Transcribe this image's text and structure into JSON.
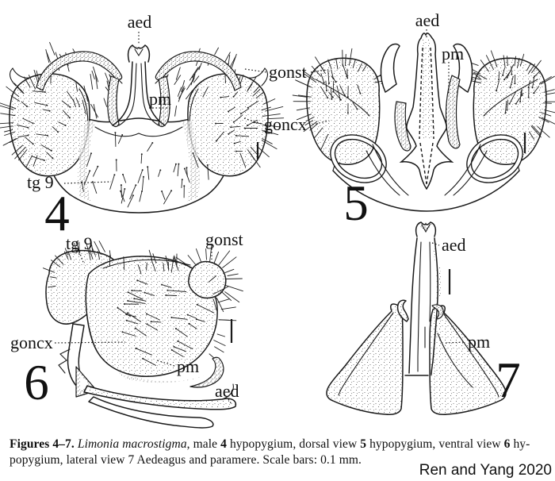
{
  "colors": {
    "ink": "#1a1a1a",
    "background": "#ffffff"
  },
  "panels": {
    "fig4": {
      "number": "4",
      "labels": {
        "aed": "aed",
        "pm": "pm",
        "tg9": "tg 9"
      }
    },
    "fig5": {
      "number": "5",
      "labels": {
        "aed": "aed",
        "pm": "pm"
      }
    },
    "fig6": {
      "number": "6",
      "labels": {
        "tg9": "tg 9",
        "gonst": "gonst",
        "goncx": "goncx",
        "pm": "pm",
        "aed": "aed"
      }
    },
    "fig7": {
      "number": "7",
      "labels": {
        "aed": "aed",
        "pm": "pm"
      }
    },
    "shared": {
      "gonst": "gonst",
      "goncx": "goncx"
    }
  },
  "caption": {
    "line1": [
      {
        "t": "Figures 4–7.",
        "s": "bold"
      },
      {
        "t": " ",
        "s": "normal"
      },
      {
        "t": "Limonia macrostigma",
        "s": "italic"
      },
      {
        "t": ", male ",
        "s": "normal"
      },
      {
        "t": "4",
        "s": "bold"
      },
      {
        "t": " hypopygium, dorsal view ",
        "s": "normal"
      },
      {
        "t": "5",
        "s": "bold"
      },
      {
        "t": " hypopygium, ventral view ",
        "s": "normal"
      },
      {
        "t": "6",
        "s": "bold"
      },
      {
        "t": " hy-",
        "s": "normal"
      }
    ],
    "line2": "popygium, lateral view 7 Aedeagus and paramere. Scale bars: 0.1 mm."
  },
  "attribution": "Ren and Yang 2020"
}
